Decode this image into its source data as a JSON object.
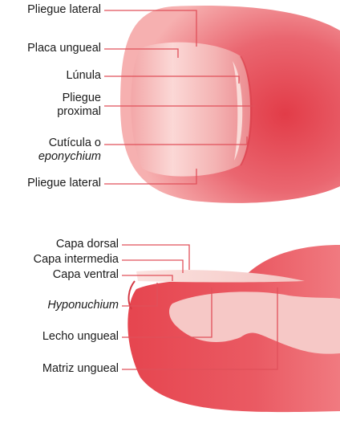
{
  "top_figure": {
    "labels": {
      "pliegue_lateral_top": "Pliegue lateral",
      "placa_ungueal": "Placa ungueal",
      "lunula": "Lúnula",
      "pliegue_proximal_line1": "Pliegue",
      "pliegue_proximal_line2": "proximal",
      "cuticula_line1": "Cutícula o",
      "cuticula_line2": "eponychium",
      "pliegue_lateral_bottom": "Pliegue lateral"
    }
  },
  "bottom_figure": {
    "labels": {
      "capa_dorsal": "Capa dorsal",
      "capa_intermedia": "Capa intermedia",
      "capa_ventral": "Capa ventral",
      "hyponuchium": "Hyponuchium",
      "lecho_ungueal": "Lecho ungueal",
      "matriz_ungueal": "Matriz ungueal"
    }
  },
  "colors": {
    "skin": "#e8505a",
    "skin_light": "#f6b3b2",
    "leader_line": "#e0505a",
    "nail_plate": "#f9d9d6"
  }
}
